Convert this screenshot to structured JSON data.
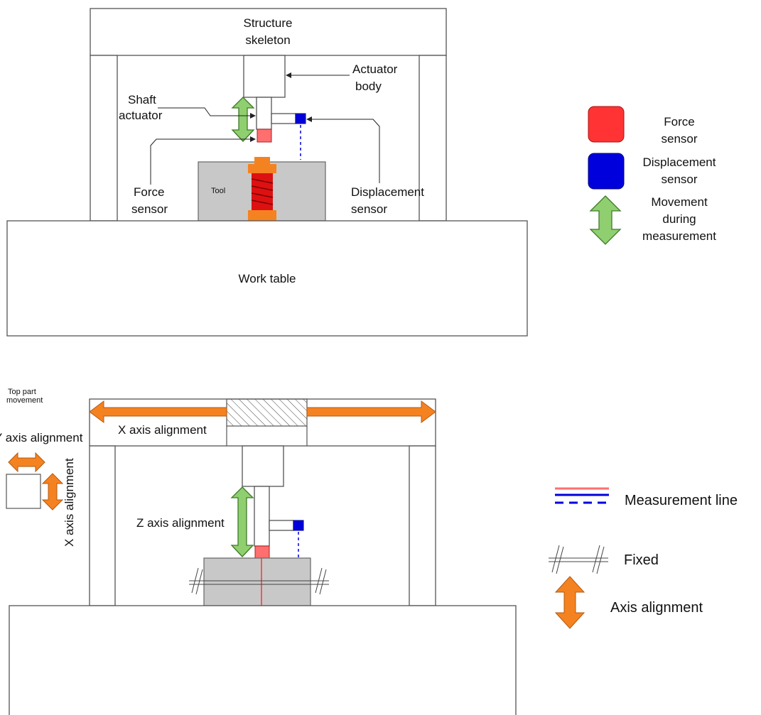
{
  "top_diagram": {
    "structure_skeleton": [
      "Structure",
      "skeleton"
    ],
    "actuator_body": [
      "Actuator",
      "body"
    ],
    "shaft_actuator": [
      "Shaft",
      "actuator"
    ],
    "tool": "Tool",
    "force_sensor": [
      "Force",
      "sensor"
    ],
    "displacement_sensor": [
      "Displacement",
      "sensor"
    ],
    "work_table": "Work table"
  },
  "top_legend": {
    "force_sensor": [
      "Force",
      "sensor"
    ],
    "displacement_sensor": [
      "Displacement",
      "sensor"
    ],
    "movement": [
      "Movement",
      "during",
      "measurement"
    ]
  },
  "bottom_diagram": {
    "top_part_movement": [
      "Top part",
      "movement"
    ],
    "y_axis_alignment": "Y axis alignment",
    "x_axis_alignment_vertical": "X axis alignment",
    "x_axis_alignment": "X axis alignment",
    "z_axis_alignment": "Z axis alignment"
  },
  "bottom_legend": {
    "measurement_line": "Measurement line",
    "fixed": "Fixed",
    "axis_alignment": "Axis alignment"
  },
  "colors": {
    "force_sensor": "#ff3333",
    "displacement_sensor": "#0000dd",
    "movement_arrow": "#8fcf6f",
    "axis_arrow": "#f58220",
    "spring": "#dd1111",
    "tool_gray": "#c8c8c8"
  }
}
